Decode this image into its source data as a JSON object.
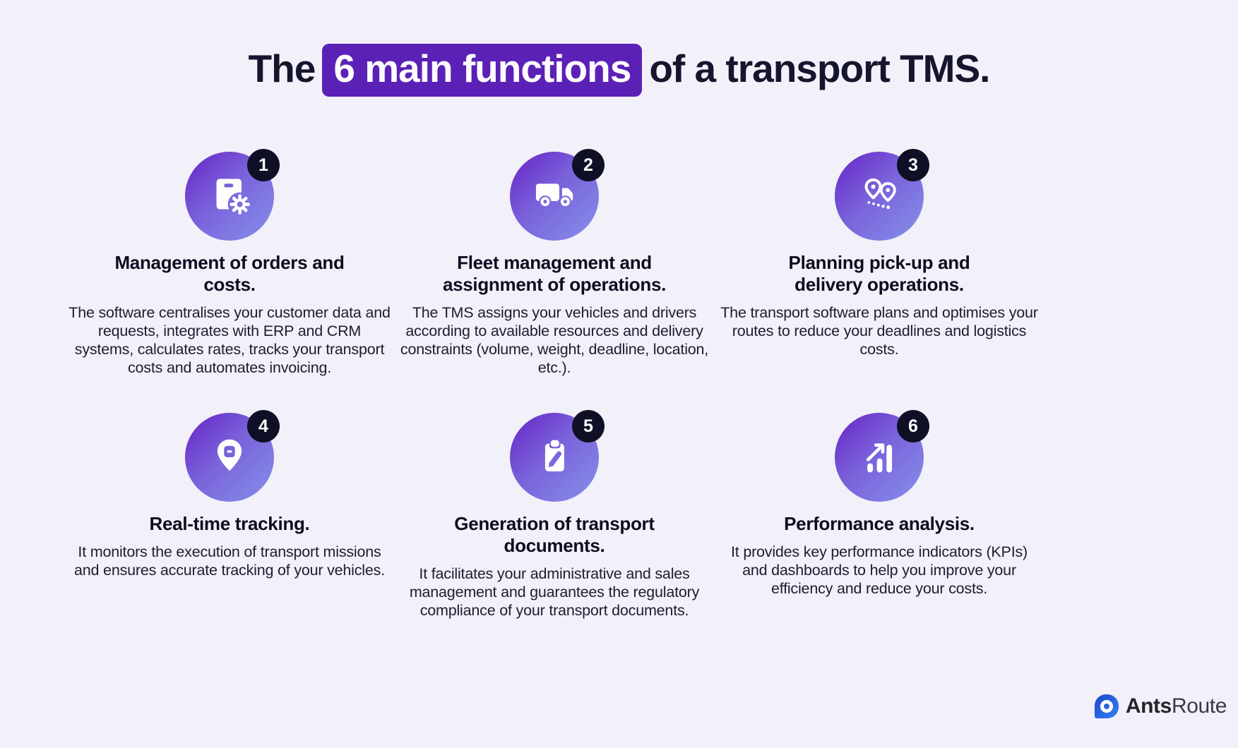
{
  "header": {
    "title_prefix": "The",
    "title_highlight": "6 main functions",
    "title_suffix": "of a transport TMS."
  },
  "features": [
    {
      "number": "1",
      "icon": "package-gear-icon",
      "title": "Management of orders and costs.",
      "description": "The software centralises your customer data and requests, integrates with ERP and CRM systems, calculates rates, tracks your transport costs and automates invoicing."
    },
    {
      "number": "2",
      "icon": "truck-icon",
      "title": "Fleet management and assignment of operations.",
      "description": "The TMS assigns your vehicles and drivers according to available resources and delivery constraints (volume, weight, deadline, location, etc.)."
    },
    {
      "number": "3",
      "icon": "route-pins-icon",
      "title": "Planning pick-up and delivery operations.",
      "description": "The transport software plans and optimises your routes to reduce your deadlines and logistics costs."
    },
    {
      "number": "4",
      "icon": "tracking-pin-icon",
      "title": "Real-time tracking.",
      "description": "It monitors the execution of transport missions and ensures accurate tracking of your vehicles."
    },
    {
      "number": "5",
      "icon": "clipboard-pencil-icon",
      "title": "Generation of transport documents.",
      "description": "It facilitates your administrative and sales management and guarantees the regulatory compliance of your transport documents."
    },
    {
      "number": "6",
      "icon": "growth-chart-icon",
      "title": "Performance analysis.",
      "description": "It provides key performance indicators (KPIs) and dashboards to help you improve your efficiency and reduce your costs."
    }
  ],
  "footer": {
    "brand_bold": "Ants",
    "brand_regular": "Route"
  },
  "colors": {
    "background": "#F2F0F9",
    "highlight_bg": "#5B21B6",
    "circle_gradient_start": "#6522C6",
    "circle_gradient_end": "#8590EB",
    "badge_bg": "#0F0F26",
    "heading_text": "#15152E",
    "body_text": "#1D1D31",
    "logo_blue": "#2F6BDF"
  }
}
